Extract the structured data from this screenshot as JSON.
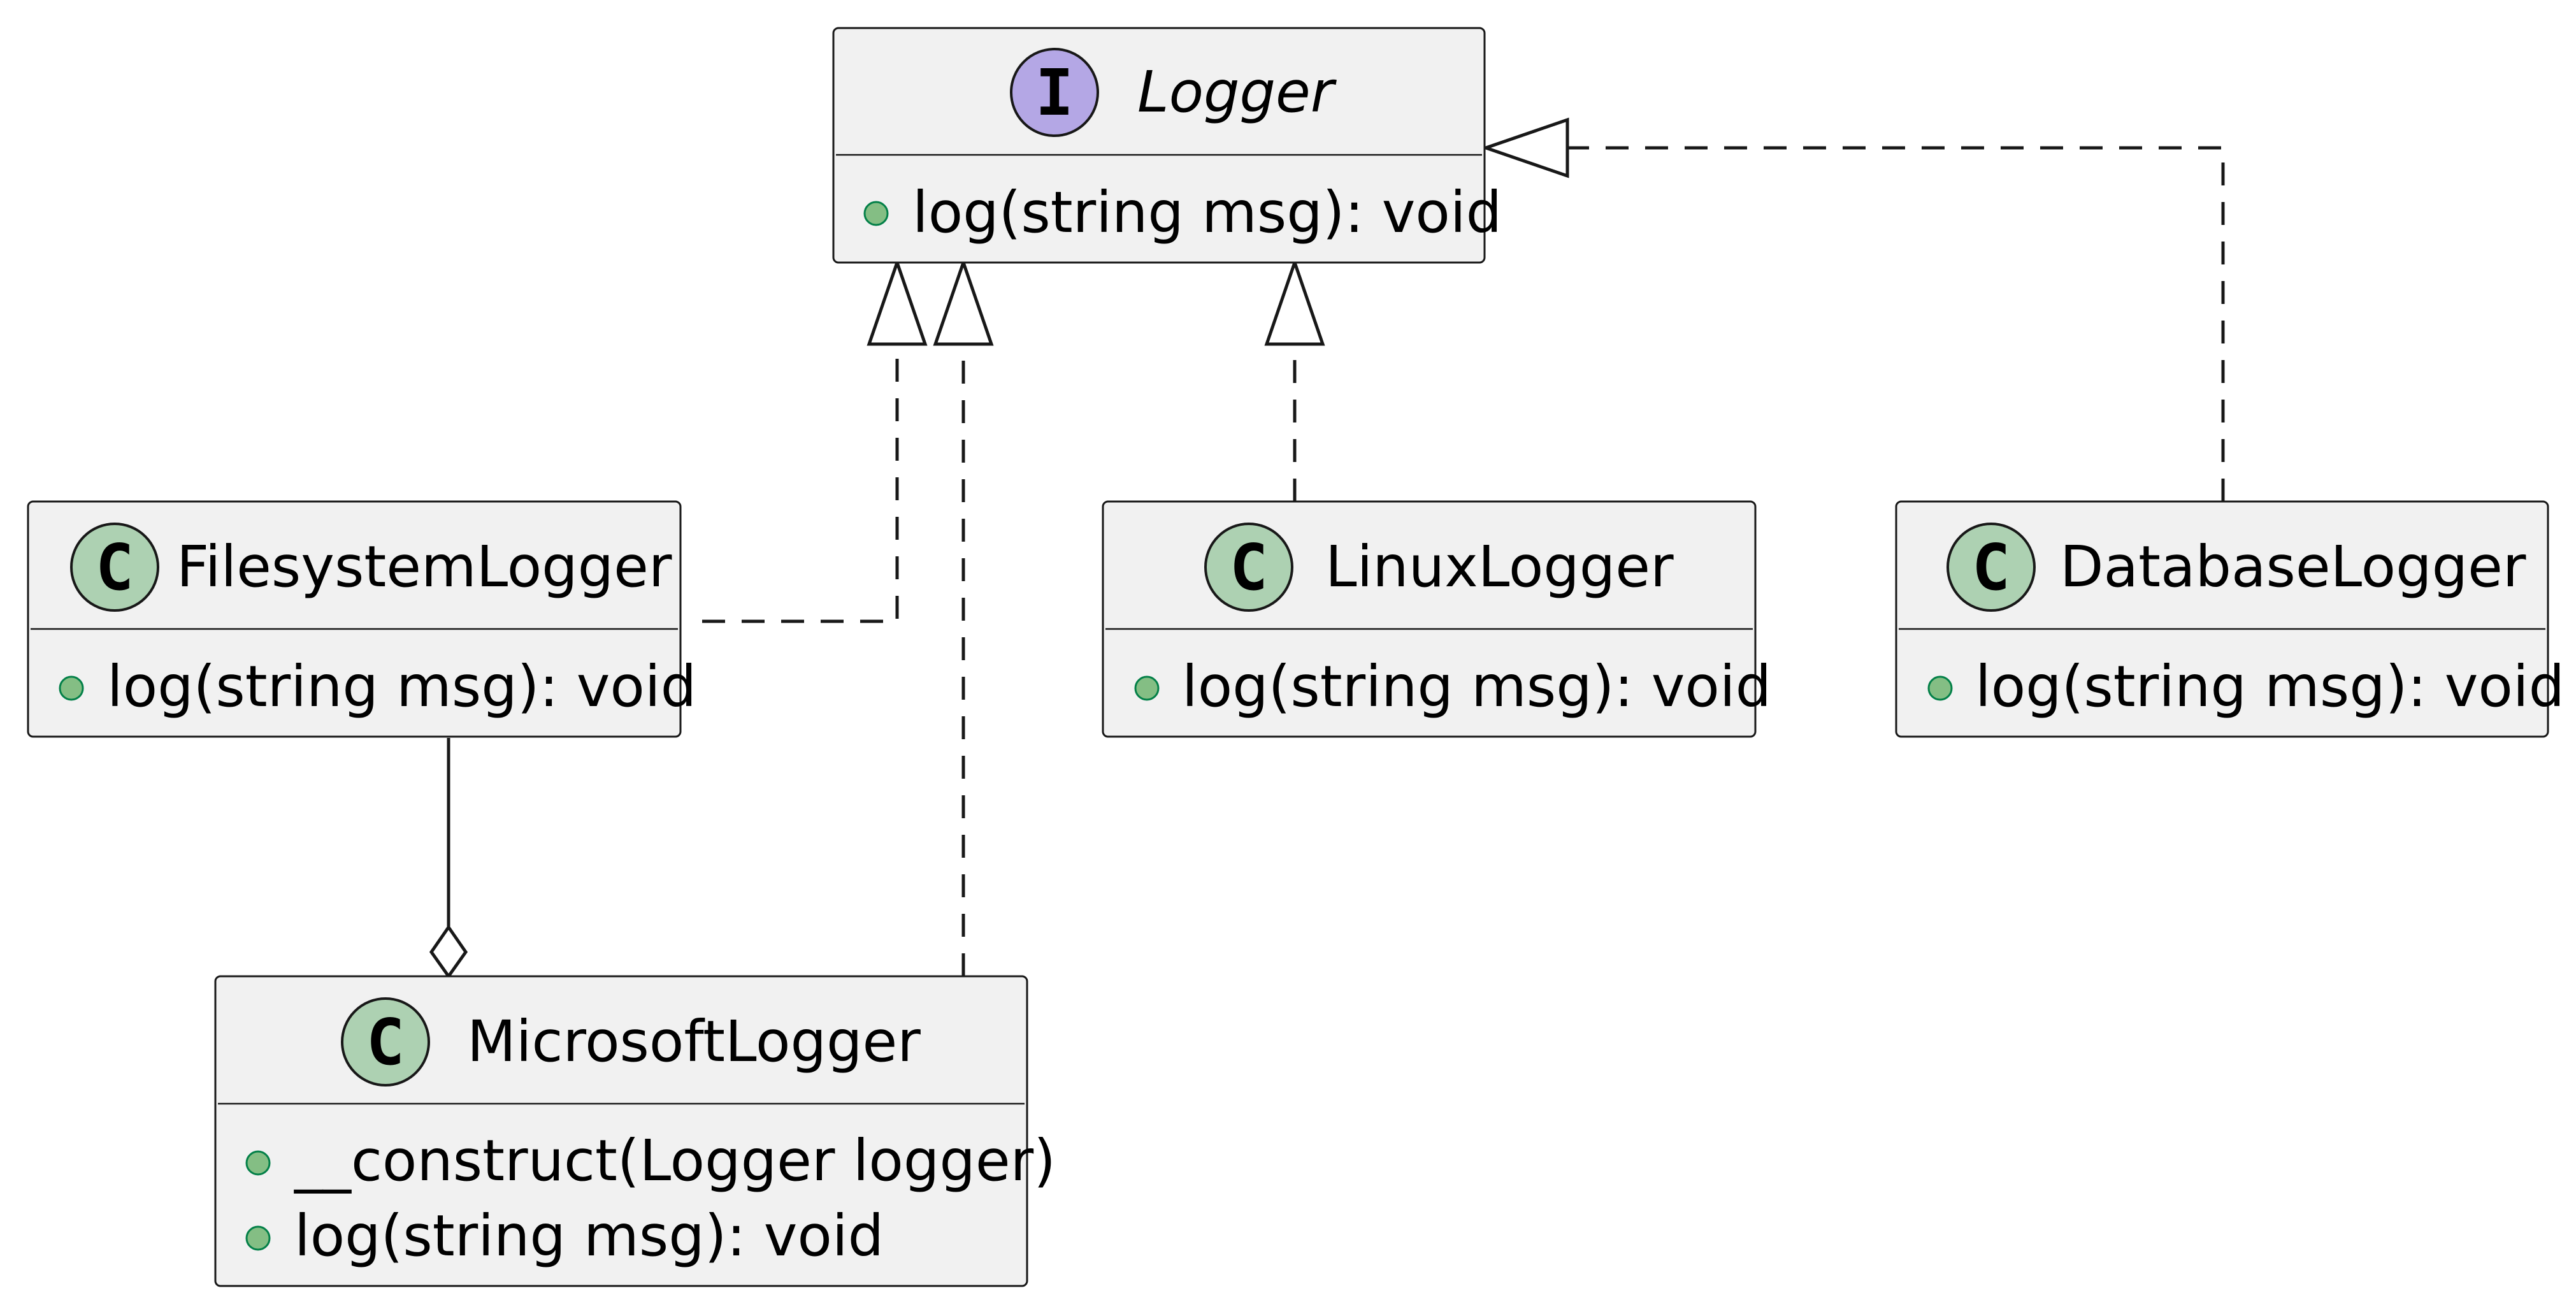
{
  "diagram": {
    "nodes": [
      {
        "id": "logger",
        "name": "Logger",
        "kind": "interface",
        "stereotype_letter": "I",
        "stereotype_color": "#B4A7E5",
        "italic": true,
        "members": [
          "log(string msg): void"
        ]
      },
      {
        "id": "filesystem",
        "name": "FilesystemLogger",
        "kind": "class",
        "stereotype_letter": "C",
        "stereotype_color": "#ADD1B2",
        "italic": false,
        "members": [
          "log(string msg): void"
        ]
      },
      {
        "id": "linux",
        "name": "LinuxLogger",
        "kind": "class",
        "stereotype_letter": "C",
        "stereotype_color": "#ADD1B2",
        "italic": false,
        "members": [
          "log(string msg): void"
        ]
      },
      {
        "id": "database",
        "name": "DatabaseLogger",
        "kind": "class",
        "stereotype_letter": "C",
        "stereotype_color": "#ADD1B2",
        "italic": false,
        "members": [
          "log(string msg): void"
        ]
      },
      {
        "id": "microsoft",
        "name": "MicrosoftLogger",
        "kind": "class",
        "stereotype_letter": "C",
        "stereotype_color": "#ADD1B2",
        "italic": false,
        "members": [
          "__construct(Logger logger)",
          "log(string msg): void"
        ]
      }
    ],
    "edges": [
      {
        "from": "filesystem",
        "to": "logger",
        "type": "realization"
      },
      {
        "from": "microsoft",
        "to": "logger",
        "type": "realization"
      },
      {
        "from": "linux",
        "to": "logger",
        "type": "realization"
      },
      {
        "from": "database",
        "to": "logger",
        "type": "realization"
      },
      {
        "from": "filesystem",
        "to": "microsoft",
        "type": "aggregation"
      }
    ]
  }
}
